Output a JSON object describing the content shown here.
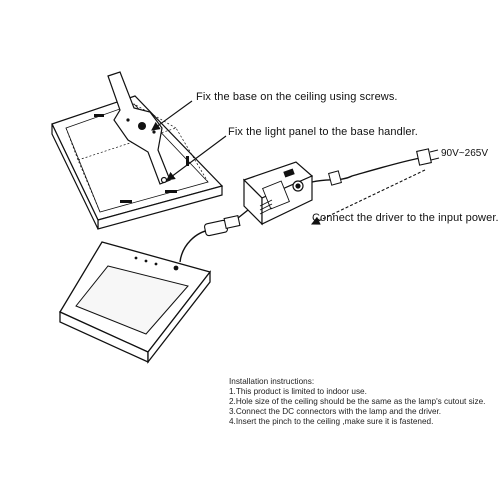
{
  "callouts": {
    "fix_base": "Fix the base on the ceiling using screws.",
    "fix_panel": "Fix the light panel to the base handler.",
    "connect_driver": "Connect the driver to the input power."
  },
  "voltage_label": "90V~265V",
  "instructions": {
    "heading": "Installation instructions:",
    "items": [
      "1.This product is limited to indoor use.",
      "2.Hole size of the ceiling should be the same as the lamp's cutout size.",
      "3.Connect the DC connectors with the lamp and the driver.",
      "4.Insert the pinch to the ceiling ,make sure it is fastened."
    ]
  },
  "colors": {
    "line": "#111111",
    "background": "#ffffff"
  }
}
